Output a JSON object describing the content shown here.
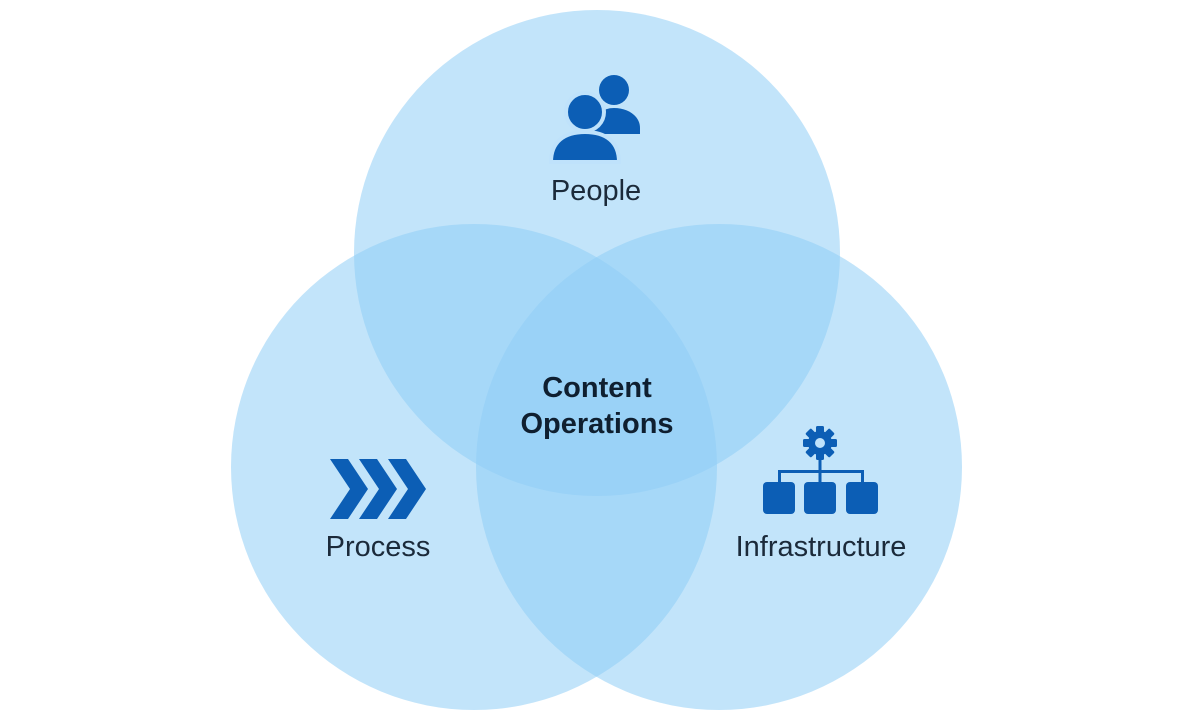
{
  "diagram": {
    "type": "venn-3",
    "center": {
      "line1": "Content",
      "line2": "Operations"
    },
    "sets": [
      {
        "label": "People",
        "icon": "people-icon"
      },
      {
        "label": "Process",
        "icon": "chevrons-right-icon"
      },
      {
        "label": "Infrastructure",
        "icon": "gear-hierarchy-icon"
      }
    ]
  },
  "colors": {
    "circle_fill": "#8fcdf6",
    "icon_blue": "#0c5eb5",
    "text": "#1b2a3a"
  }
}
